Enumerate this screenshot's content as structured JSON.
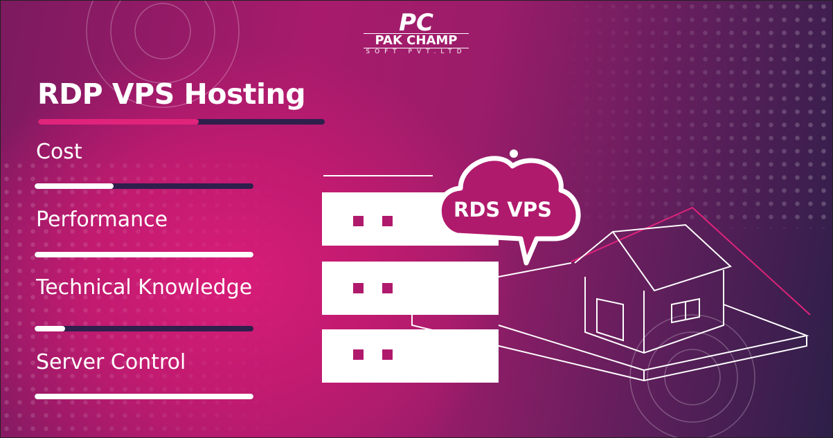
{
  "logo": {
    "mark": "PC",
    "name": "PAK CHAMP",
    "tagline": "SOFT PVT.LTD"
  },
  "title": "RDP VPS Hosting",
  "title_bar": {
    "fill": 0.56,
    "color": "#e0237b"
  },
  "metrics": [
    {
      "label": "Cost",
      "fill": 0.36
    },
    {
      "label": "Performance",
      "fill": 1.0
    },
    {
      "label": "Technical Knowledge",
      "fill": 0.14
    },
    {
      "label": "Server Control",
      "fill": 1.0
    }
  ],
  "cloud_label": "RDS VPS",
  "colors": {
    "track": "#2e1f4c",
    "fill_white": "#ffffff",
    "accent": "#e0237b"
  }
}
